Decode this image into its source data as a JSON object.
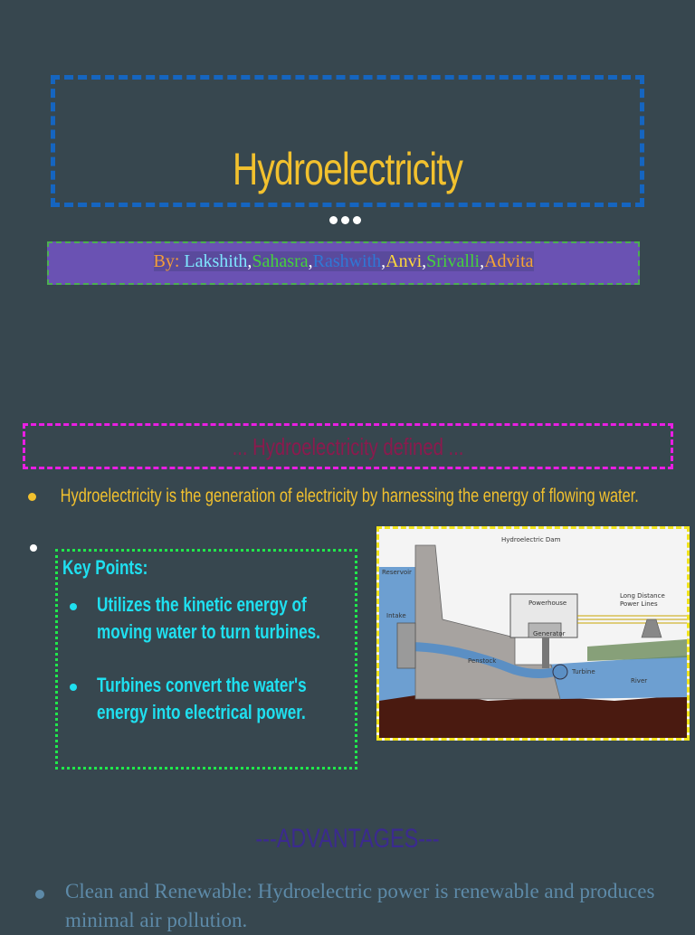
{
  "title": "Hydroelectricity",
  "authors": {
    "by": "By: ",
    "names": [
      "Lakshith",
      "Sahasra",
      "Rashwith",
      "Anvi",
      "Srivalli",
      "Advita"
    ],
    "separator": ","
  },
  "definition": {
    "heading": "... Hydroelectricity defined ...",
    "bullet": "Hydroelectricity is the generation of electricity by harnessing the energy of flowing water."
  },
  "key_points": {
    "title": "Key Points:",
    "items": [
      "Utilizes the kinetic energy of moving water to turn turbines.",
      "Turbines convert the water's energy into electrical power."
    ]
  },
  "diagram": {
    "title": "Hydroelectric Dam",
    "labels": {
      "reservoir": "Reservoir",
      "intake": "Intake",
      "powerhouse": "Powerhouse",
      "generator": "Generator",
      "penstock": "Penstock",
      "turbine": "Turbine",
      "river": "River",
      "power_lines_1": "Long Distance",
      "power_lines_2": "Power Lines"
    }
  },
  "advantages": {
    "heading": "---ADVANTAGES---",
    "items": [
      "Clean and Renewable: Hydroelectric power is renewable and produces minimal air pollution."
    ]
  },
  "colors": {
    "background": "#37474f",
    "title": "#f2c12e",
    "key_points": "#1fe0f0",
    "advantages_heading": "#3b2a8f"
  }
}
